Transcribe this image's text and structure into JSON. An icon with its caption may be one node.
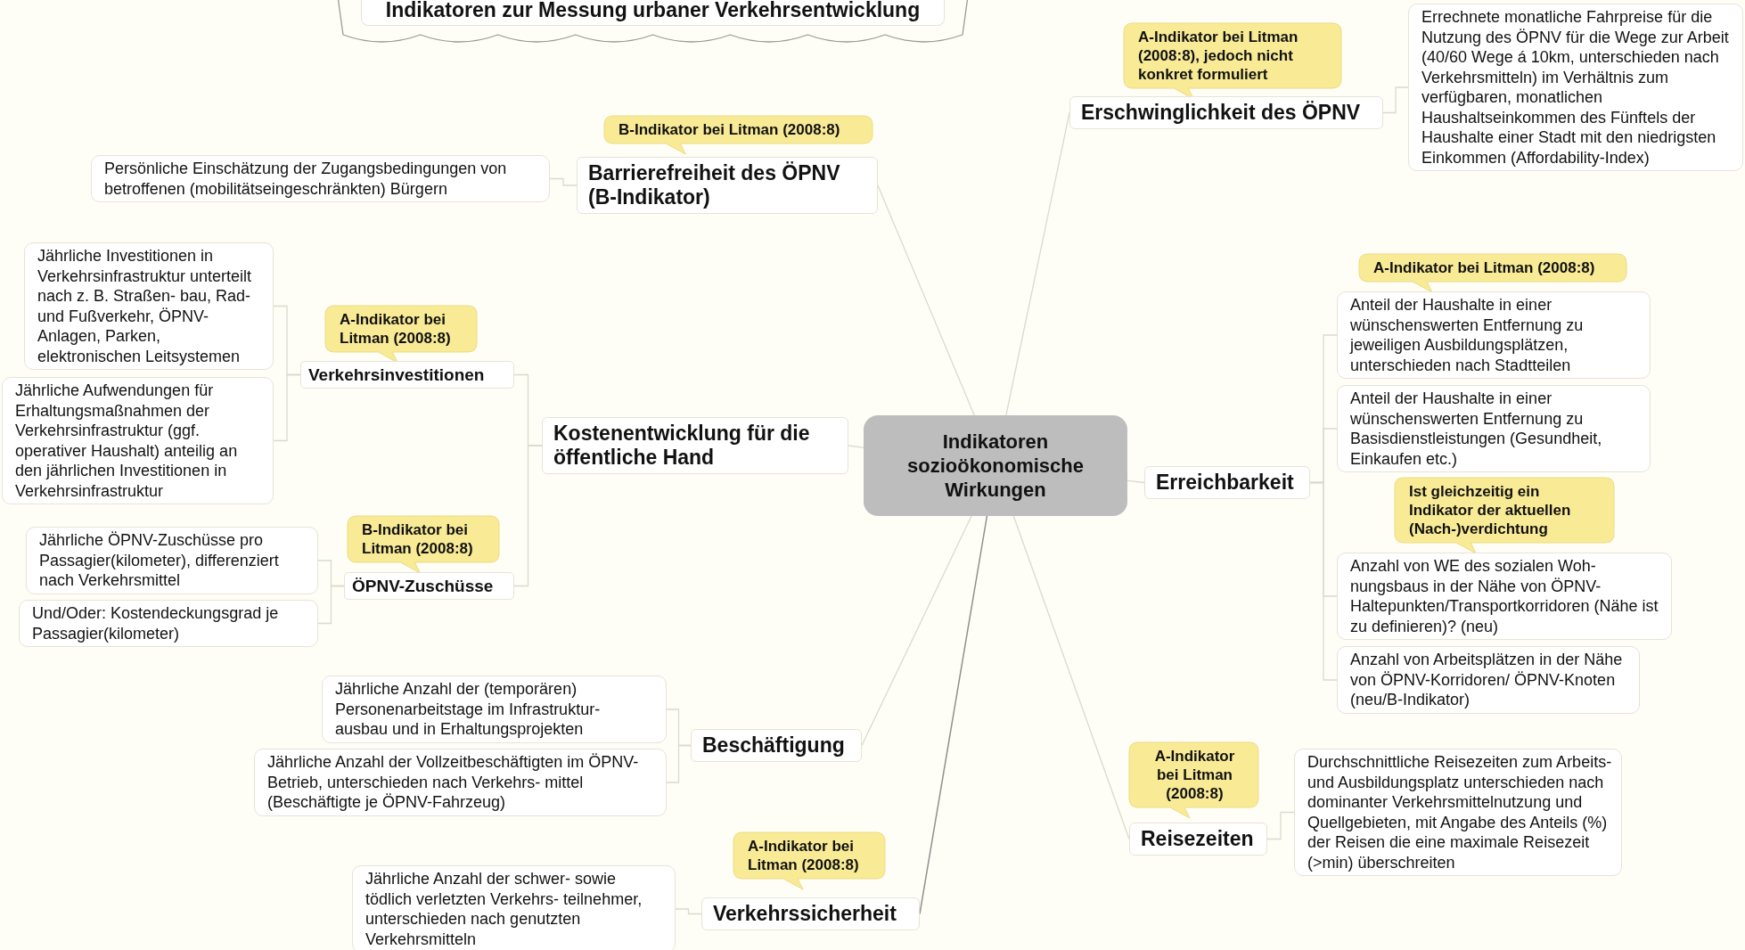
{
  "diagram": {
    "nodes": [
      {
        "text": [
          "Indikatoren zur Messung urbaner Verkehrsentwicklung"
        ]
      },
      {
        "text": [
          "Indikatoren sozioökonomische Wirkungen"
        ]
      },
      {
        "text": [
          "B-Indikator bei Litman (2008:8)"
        ]
      },
      {
        "text": [
          "Barrierefreiheit des ÖPNV (B-Indikator)"
        ]
      },
      {
        "text": [
          "Persönliche Einschätzung der Zugangsbedingungen von betroffenen (mobilitätseingeschränkten) Bürgern"
        ]
      },
      {
        "text": [
          "Kostenentwicklung für die öffentliche Hand"
        ]
      },
      {
        "text": [
          "A-Indikator bei Litman (2008:8)"
        ]
      },
      {
        "text": [
          "Verkehrsinvestitionen"
        ]
      },
      {
        "text": [
          "Jährliche Investitionen in Verkehrsinfrastruktur unterteilt nach z. B. Straßen- bau, Rad- und Fußverkehr, ÖPNV-Anlagen, Parken, elektronischen Leitsystemen"
        ]
      },
      {
        "text": [
          "Jährliche Aufwendungen für Erhaltungsmaßnahmen der Verkehrsinfrastruktur (ggf. operativer Haushalt) anteilig an den jährlichen Investitionen in Verkehrsinfrastruktur"
        ]
      },
      {
        "text": [
          "B-Indikator bei Litman (2008:8)"
        ]
      },
      {
        "text": [
          "ÖPNV-Zuschüsse"
        ]
      },
      {
        "text": [
          "Jährliche ÖPNV-Zuschüsse pro Passagier(kilometer), differenziert nach Verkehrsmittel"
        ]
      },
      {
        "text": [
          "Und/Oder: Kostendeckungsgrad je Passagier(kilometer)"
        ]
      },
      {
        "text": [
          "Beschäftigung"
        ]
      },
      {
        "text": [
          "Jährliche Anzahl der (temporären) Personenarbeitstage im Infrastruktur- ausbau und in Erhaltungsprojekten"
        ]
      },
      {
        "text": [
          "Jährliche Anzahl der Vollzeitbeschäftigten im ÖPNV-Betrieb, unterschieden nach Verkehrs- mittel (Beschäftigte je ÖPNV-Fahrzeug)"
        ]
      },
      {
        "text": [
          "A-Indikator bei Litman (2008:8)"
        ]
      },
      {
        "text": [
          "Verkehrssicherheit"
        ]
      },
      {
        "text": [
          "Jährliche Anzahl der schwer- sowie tödlich verletzten Verkehrs- teilnehmer, unterschieden nach genutzten Verkehrsmitteln"
        ]
      },
      {
        "text": [
          "A-Indikator bei Litman (2008:8), jedoch nicht konkret formuliert"
        ]
      },
      {
        "text": [
          "Erschwinglichkeit des ÖPNV"
        ]
      },
      {
        "text": [
          "Errechnete monatliche Fahrpreise für die Nutzung des ÖPNV für die Wege zur Arbeit (40/60 Wege á 10km, unterschieden nach Verkehrsmitteln) im Verhältnis zum verfügbaren, monatlichen Haushaltseinkommen des Fünftels der Haushalte einer Stadt mit den niedrigsten Einkommen (Affordability-Index)"
        ]
      },
      {
        "text": [
          "A-Indikator bei Litman (2008:8)"
        ]
      },
      {
        "text": [
          "Erreichbarkeit"
        ]
      },
      {
        "text": [
          "Anteil der Haushalte in einer wünschenswerten Entfernung zu jeweiligen Ausbildungsplätzen, unterschieden nach Stadtteilen"
        ]
      },
      {
        "text": [
          "Anteil der Haushalte in einer wünschenswerten Entfernung zu Basisdienstleistungen (Gesundheit, Einkaufen etc.)"
        ]
      },
      {
        "text": [
          "Ist gleichzeitig ein Indikator der aktuellen (Nach-)verdichtung"
        ]
      },
      {
        "text": [
          "Anzahl von WE des sozialen Woh- nungsbaus in der Nähe von ÖPNV- Haltepunkten/Transportkorridoren (Nähe ist zu definieren)? (neu)"
        ]
      },
      {
        "text": [
          "Anzahl von Arbeitsplätzen in der Nähe von ÖPNV-Korridoren/ ÖPNV-Knoten (neu/B-Indikator)"
        ]
      },
      {
        "text": [
          "A-Indikator bei Litman (2008:8)"
        ]
      },
      {
        "text": [
          "Reisezeiten"
        ]
      },
      {
        "text": [
          "Durchschnittliche Reisezeiten zum Arbeits- und Ausbildungsplatz unterschieden nach dominanter Verkehrsmittelnutzung und Quellgebieten, mit Angabe des Anteils (%) der Reisen die eine maximale Reisezeit (>min) überschreiten"
        ]
      }
    ],
    "edges": [
      {
        "from": 1,
        "to": 3,
        "arrow": "none"
      },
      {
        "from": 3,
        "to": 4,
        "arrow": "none"
      },
      {
        "from": 1,
        "to": 5,
        "arrow": "none"
      },
      {
        "from": 5,
        "to": 7,
        "arrow": "none"
      },
      {
        "from": 7,
        "to": 8,
        "arrow": "none"
      },
      {
        "from": 7,
        "to": 9,
        "arrow": "none"
      },
      {
        "from": 5,
        "to": 11,
        "arrow": "none"
      },
      {
        "from": 11,
        "to": 12,
        "arrow": "none"
      },
      {
        "from": 11,
        "to": 13,
        "arrow": "none"
      },
      {
        "from": 1,
        "to": 14,
        "arrow": "none"
      },
      {
        "from": 14,
        "to": 15,
        "arrow": "none"
      },
      {
        "from": 14,
        "to": 16,
        "arrow": "none"
      },
      {
        "from": 1,
        "to": 18,
        "arrow": "none",
        "color": "#8f8f8f"
      },
      {
        "from": 18,
        "to": 19,
        "arrow": "none"
      },
      {
        "from": 1,
        "to": 21,
        "arrow": "none"
      },
      {
        "from": 21,
        "to": 22,
        "arrow": "none"
      },
      {
        "from": 1,
        "to": 24,
        "arrow": "none"
      },
      {
        "from": 24,
        "to": 25,
        "arrow": "none"
      },
      {
        "from": 24,
        "to": 26,
        "arrow": "none"
      },
      {
        "from": 24,
        "to": 28,
        "arrow": "none"
      },
      {
        "from": 24,
        "to": 29,
        "arrow": "none"
      },
      {
        "from": 1,
        "to": 31,
        "arrow": "none"
      },
      {
        "from": 31,
        "to": 32,
        "arrow": "none"
      }
    ]
  }
}
